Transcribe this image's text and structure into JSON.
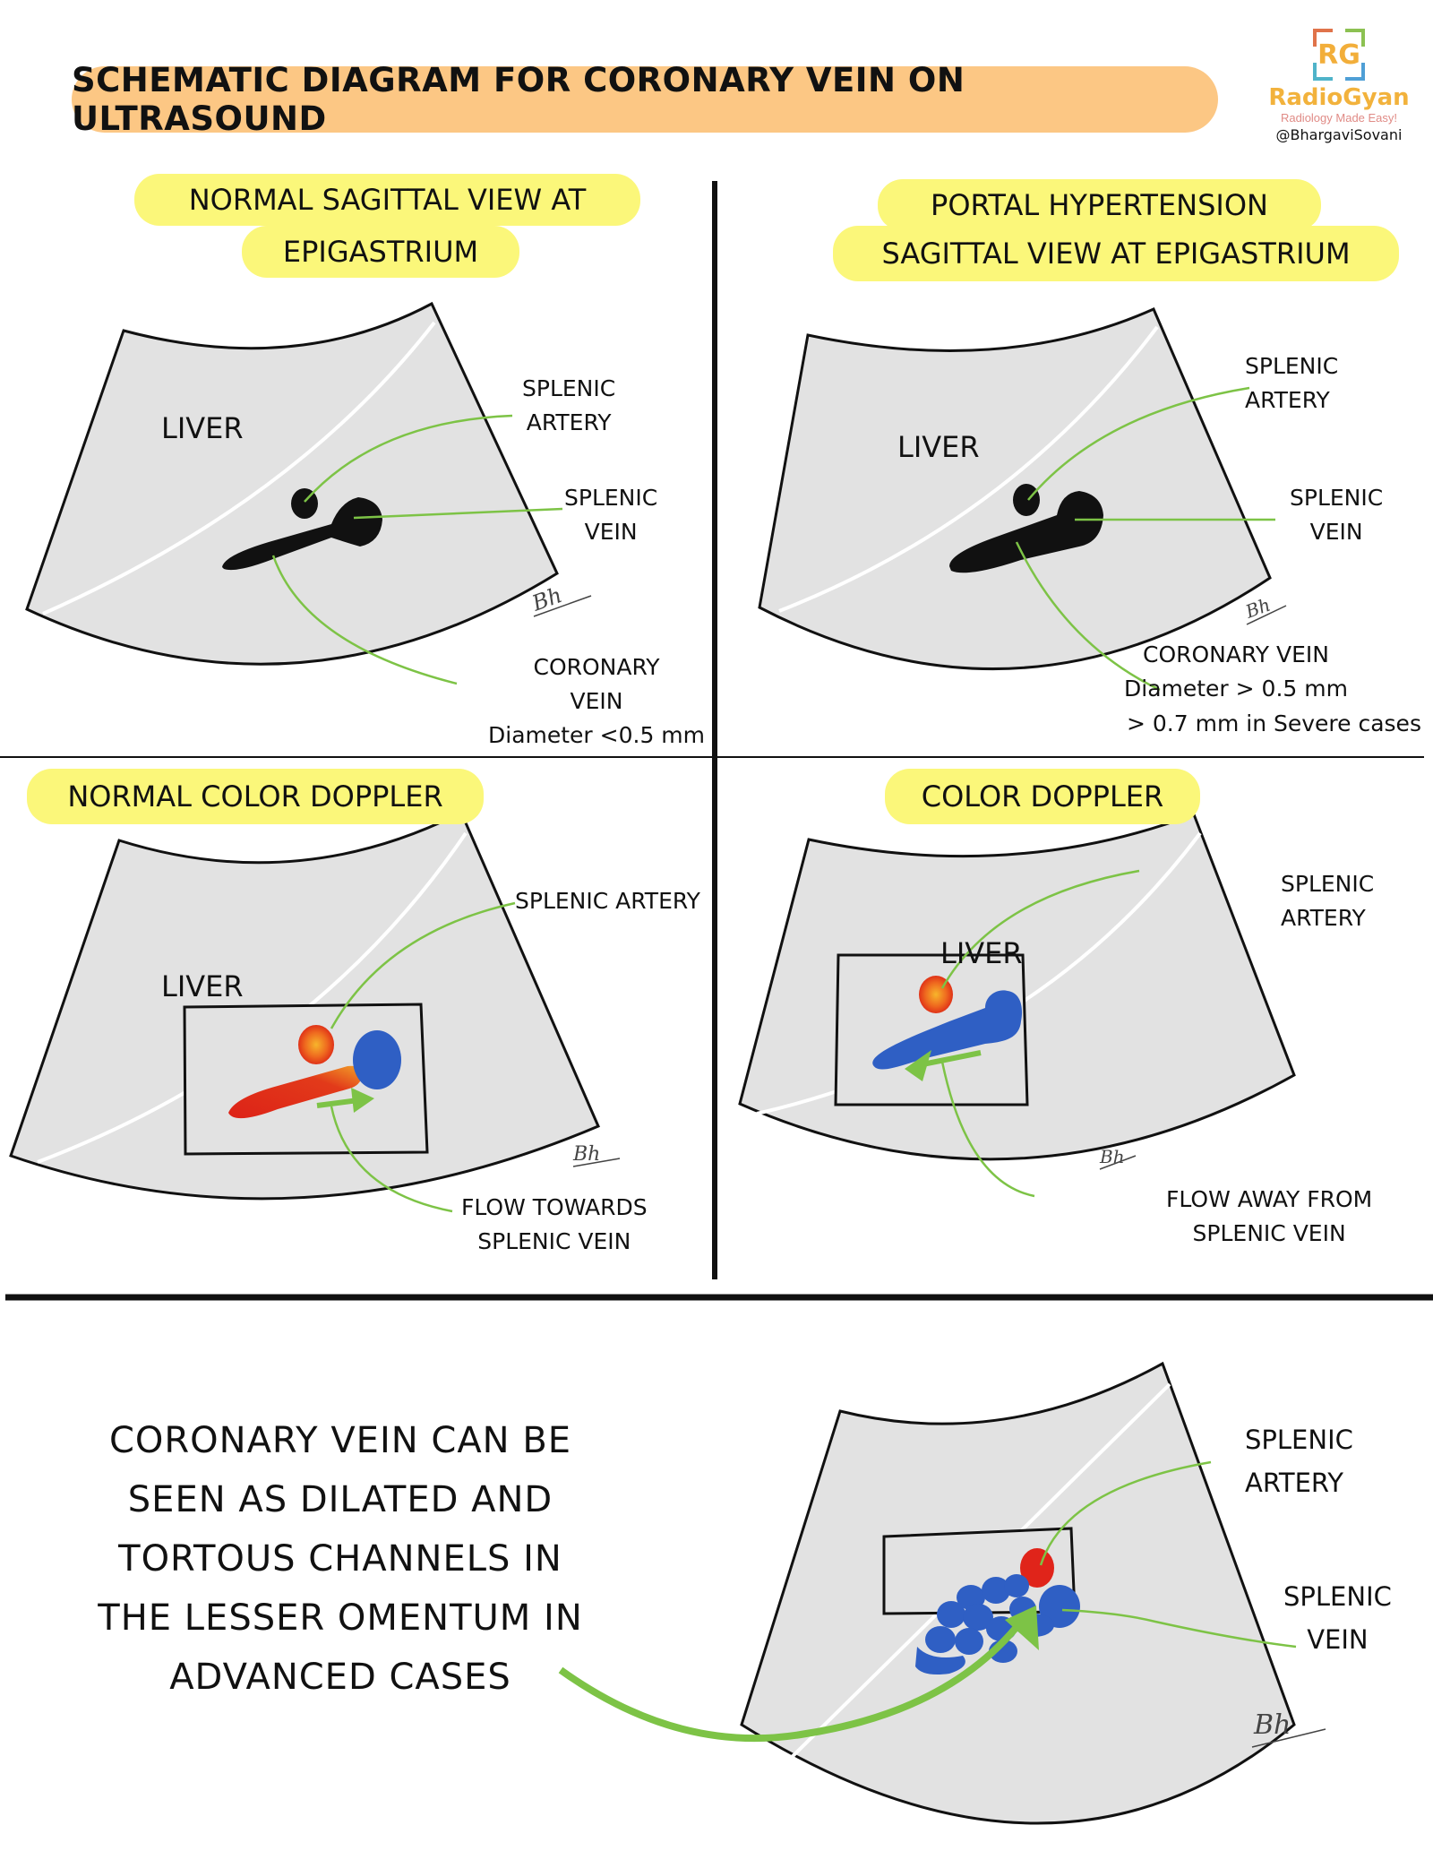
{
  "header": {
    "title": "SCHEMATIC DIAGRAM FOR CORONARY VEIN ON ULTRASOUND",
    "title_bg": "#fcc784"
  },
  "logo": {
    "monogram": "RG",
    "name": "RadioGyan",
    "tagline": "Radiology Made Easy!",
    "handle": "@BhargaviSovani"
  },
  "colors": {
    "highlight_yellow": "#fbf77a",
    "sector_gray": "#e2e2e2",
    "leader_green": "#7dc346",
    "arterial_red": "#e0241a",
    "venous_blue": "#2f5fc4",
    "outline": "#111111"
  },
  "panels": {
    "top_left": {
      "heading_line1": "NORMAL SAGITTAL VIEW AT",
      "heading_line2": "EPIGASTRIUM",
      "organ": "LIVER",
      "label_artery_1": "SPLENIC",
      "label_artery_2": "ARTERY",
      "label_vein_1": "SPLENIC",
      "label_vein_2": "VEIN",
      "label_coronary_1": "CORONARY",
      "label_coronary_2": "VEIN",
      "label_diameter": "Diameter <0.5 mm",
      "signature": "Bh"
    },
    "top_right": {
      "heading_line1": "PORTAL HYPERTENSION",
      "heading_line2": "SAGITTAL VIEW AT EPIGASTRIUM",
      "organ": "LIVER",
      "label_artery_1": "SPLENIC",
      "label_artery_2": "ARTERY",
      "label_vein_1": "SPLENIC",
      "label_vein_2": "VEIN",
      "label_coronary": "CORONARY VEIN",
      "label_diameter": "Diameter > 0.5 mm",
      "label_severe": "> 0.7 mm in Severe cases",
      "signature": "Bh"
    },
    "bottom_left": {
      "heading": "NORMAL COLOR DOPPLER",
      "organ": "LIVER",
      "label_artery": "SPLENIC ARTERY",
      "label_flow_1": "FLOW TOWARDS",
      "label_flow_2": "SPLENIC VEIN",
      "signature": "Bh"
    },
    "bottom_right": {
      "heading": "COLOR DOPPLER",
      "organ": "LIVER",
      "label_artery_1": "SPLENIC",
      "label_artery_2": "ARTERY",
      "label_flow_1": "FLOW AWAY FROM",
      "label_flow_2": "SPLENIC VEIN",
      "signature": "Bh"
    }
  },
  "advanced": {
    "text_lines": [
      "CORONARY VEIN CAN BE",
      "SEEN AS DILATED AND",
      "TORTOUS CHANNELS IN",
      "THE LESSER OMENTUM IN",
      "ADVANCED CASES"
    ],
    "label_artery_1": "SPLENIC",
    "label_artery_2": "ARTERY",
    "label_vein_1": "SPLENIC",
    "label_vein_2": "VEIN",
    "signature": "Bh"
  }
}
